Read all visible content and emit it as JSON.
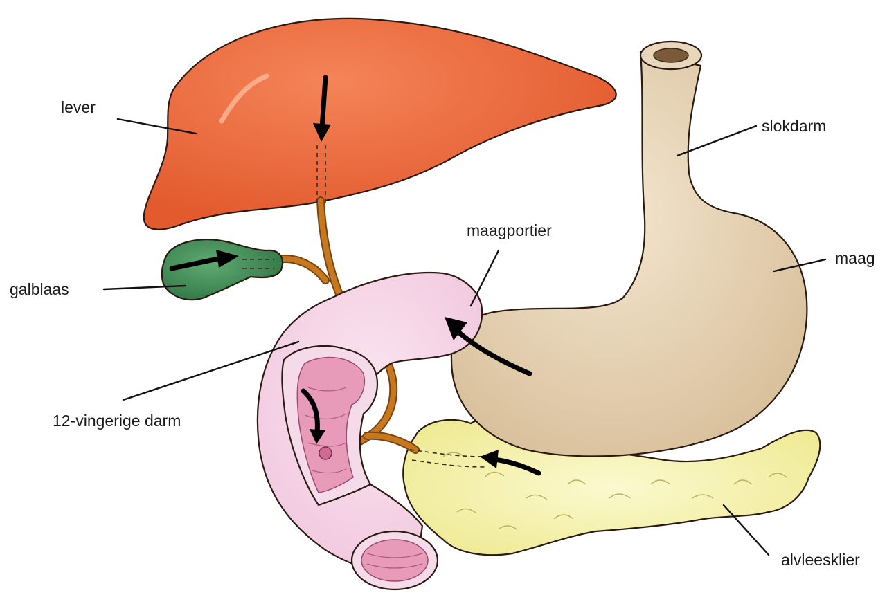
{
  "labels": {
    "liver": "lever",
    "esophagus": "slokdarm",
    "pylorus": "maagportier",
    "stomach": "maag",
    "gallbladder": "galblaas",
    "duodenum": "12-vingerige darm",
    "pancreas": "alvleesklier"
  },
  "colors": {
    "liver": "#ee6a3f",
    "liver_highlight": "#f79a74",
    "gallbladder": "#3f8a55",
    "bile_duct": "#c7781f",
    "stomach": "#e6d3b6",
    "duodenum": "#f5d3e6",
    "duodenum_inner": "#e89ab9",
    "pancreas": "#f3f0a2",
    "arrow": "#000000",
    "label_text": "#1a1a1a"
  }
}
